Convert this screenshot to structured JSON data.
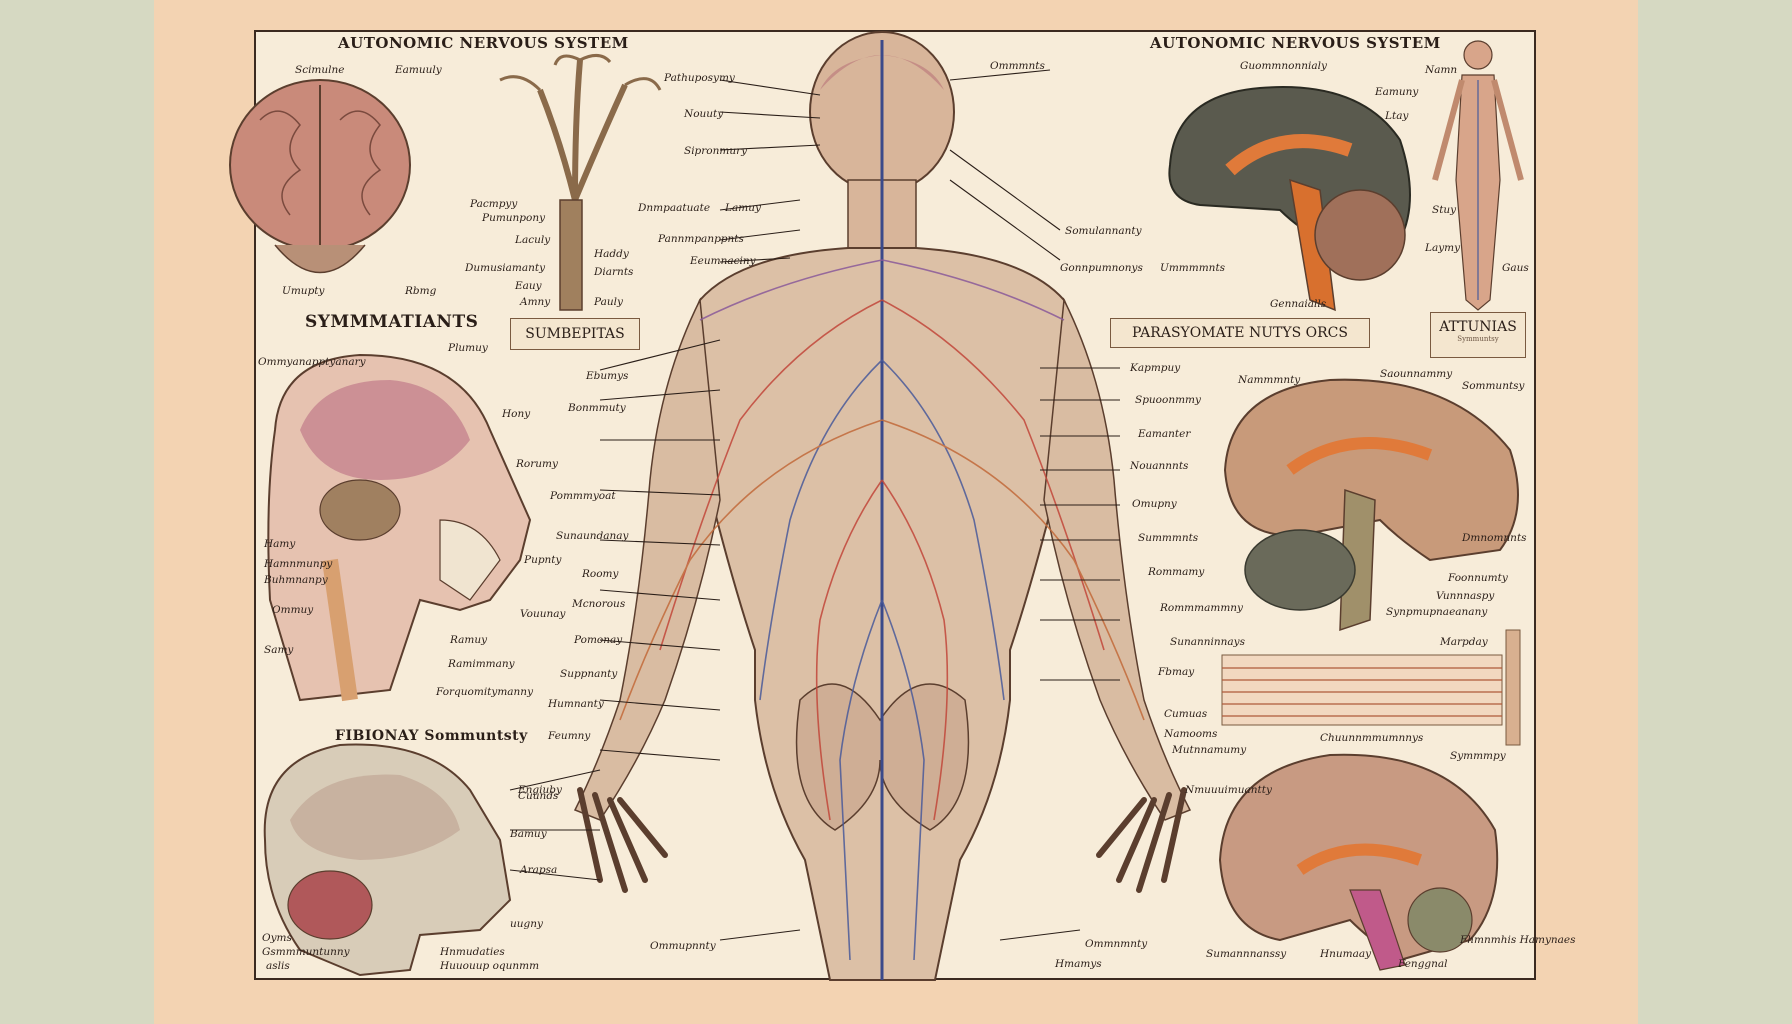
{
  "plate": {
    "title_left": "AUTONOMIC NERVOUS SYSTEM",
    "title_right": "AUTONOMIC NERVOUS SYSTEM",
    "heading_sympathetic": "SYMMMATIANTS",
    "heading_pulmonary": "FIBIONAY Sommuntsty",
    "plaque_left": "SUMBEPITAS",
    "plaque_center": "PARASYOMATE NUTYS ORCS",
    "plaque_right": "ATTUNIAS",
    "plaque_right_sub": "Symmuntsy"
  },
  "labels": {
    "brain_tl_left": "Scimulne",
    "brain_tl_right": "Eamuuly",
    "brain_tl_bl": "Umupty",
    "brain_tl_br": "Rbmg",
    "tree_1": "Pacmpyy",
    "tree_2": "Pumunpony",
    "tree_3": "Laculy",
    "tree_4": "Dumusiamanty",
    "tree_5": "Eauy",
    "tree_6": "Amny",
    "tree_7": "Haddy",
    "tree_8": "Diarnts",
    "tree_9": "Pauly",
    "body_l1": "Pathuposymy",
    "body_l2": "Nouuty",
    "body_l3": "Sipronmury",
    "body_l4": "Dnmpaatuate",
    "body_l5": "Lamuy",
    "body_l6": "Pannmpanppnts",
    "body_l7": "Eeumnaciny",
    "body_r1": "Ommmnts",
    "body_r2": "Somulannanty",
    "body_r3": "Gonnpumnonys",
    "body_r4": "Ummmmnts",
    "brain_tr_1": "Guommnonnialy",
    "fig_1": "Namn",
    "fig_2": "Eamuny",
    "fig_3": "Ltay",
    "fig_4": "Stuy",
    "fig_5": "Laymy",
    "fig_6": "Gaus",
    "fig_7": "Gennaialls",
    "head_l1": "Ommyanapptyanary",
    "head_l2": "Plumuy",
    "head_l3": "Ebumys",
    "head_l4": "Bonmmuty",
    "head_l5": "Hony",
    "head_l6": "Rorumy",
    "head_l7": "Pommmyoat",
    "head_l8": "Sunaundanay",
    "head_l9": "Pupnty",
    "head_l10": "Roomy",
    "head_l11": "Mcnorous",
    "head_l12": "Vouunay",
    "head_l13": "Pomonay",
    "head_l14": "Suppnanty",
    "head_l15": "Humnanty",
    "head_l16": "Feumny",
    "neck_1": "Hamy",
    "neck_2": "Hamnmunpy",
    "neck_3": "Buhmnanpy",
    "neck_4": "Ommuy",
    "neck_5": "Ramuy",
    "neck_6": "Samy",
    "neck_7": "Ramimmany",
    "neck_8": "Forquomitymanny",
    "mid_r1": "Kapmpuy",
    "mid_r2": "Spuoonmmy",
    "mid_r3": "Eamanter",
    "mid_r4": "Nouannnts",
    "mid_r5": "Omupny",
    "mid_r6": "Summmnts",
    "mid_r7": "Rommamy",
    "mid_r8": "Rommmammny",
    "mid_r9": "Sommuntsy",
    "brain_mr_1": "Nammmnty",
    "brain_mr_2": "Saounnammy",
    "brain_mr_3": "Dmnomnnts",
    "brain_mr_4": "Foonnumty",
    "brain_mr_5": "Vunnnaspy",
    "brain_mr_6": "Synpmupnaeanany",
    "nerve_1": "Sunanninnays",
    "nerve_2": "Marpday",
    "nerve_3": "Fbmay",
    "nerve_4": "Cumuas",
    "nerve_5": "Namooms",
    "nerve_6": "Mutnnamumy",
    "brain_br_1": "Nmuuuimuantty",
    "brain_br_2": "Chuunnmmumnnys",
    "brain_br_3": "Symmmpy",
    "brain_br_4": "Sumannnanssy",
    "brain_br_5": "Hnumaay",
    "brain_br_6": "Fenggnal",
    "brain_br_7": "Fhmnmhis Hamynaes",
    "skull_1": "Engiuby",
    "skull_2": "Cuunds",
    "skull_3": "Bamuy",
    "skull_4": "Arapsa",
    "skull_5": "uugny",
    "skull_6": "Oyms",
    "skull_7": "Gsmmmuntunny",
    "skull_8": "aslis",
    "skull_9": "Hnmudaties",
    "skull_10": "Huuouup oqunmm",
    "bottom_1": "Ommupnnty",
    "bottom_2": "Ommnmnty",
    "bottom_3": "Hmamys"
  }
}
